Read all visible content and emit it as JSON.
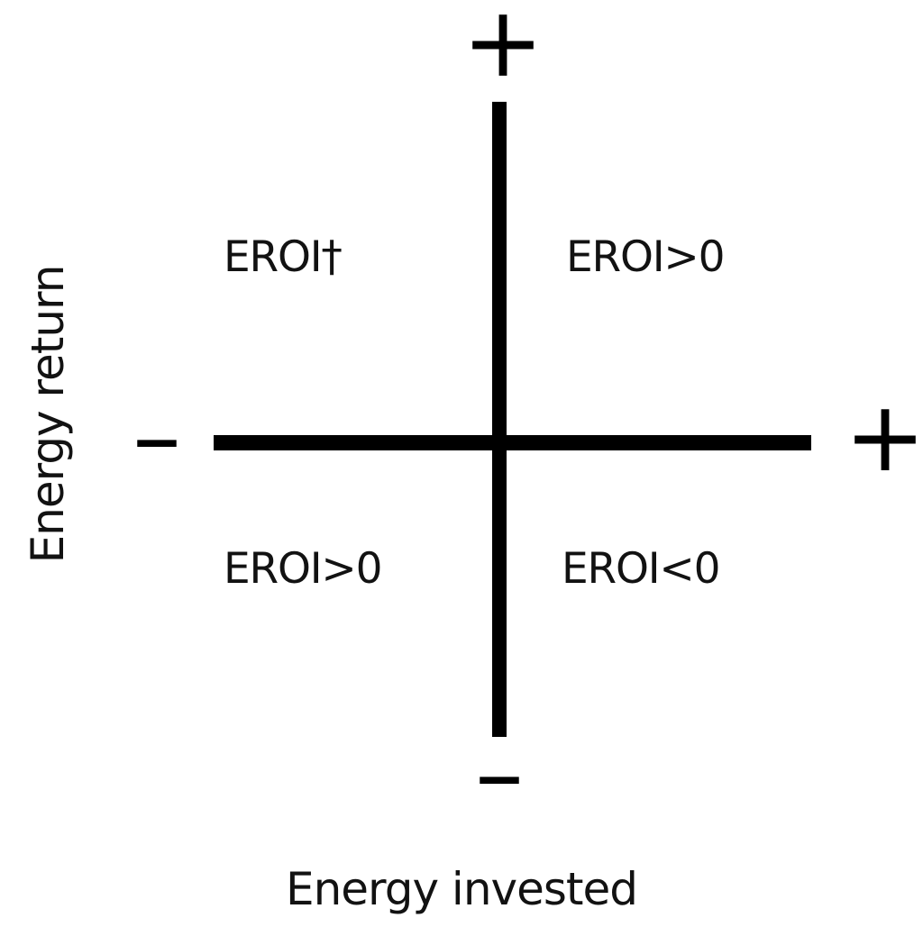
{
  "chart_data": {
    "type": "scatter",
    "title": "",
    "subtitle": "",
    "xlabel": "Energy invested",
    "ylabel": "Energy return",
    "grid": false,
    "legend_position": "none",
    "axis_style": "four-quadrant cartesian cross with thick black lines",
    "xlim": [
      "-",
      "+"
    ],
    "ylim": [
      "-",
      "+"
    ],
    "axis_markers": {
      "x_negative": "–",
      "x_positive": "+",
      "y_negative": "–",
      "y_positive": "+"
    },
    "quadrants": [
      {
        "position": "top-left",
        "x_sign": "negative",
        "y_sign": "positive",
        "annotation": "EROI†"
      },
      {
        "position": "top-right",
        "x_sign": "positive",
        "y_sign": "positive",
        "annotation": "EROI>0"
      },
      {
        "position": "bottom-left",
        "x_sign": "negative",
        "y_sign": "negative",
        "annotation": "EROI>0"
      },
      {
        "position": "bottom-right",
        "x_sign": "positive",
        "y_sign": "negative",
        "annotation": "EROI<0"
      }
    ],
    "annotations": [
      "EROI†",
      "EROI>0",
      "EROI>0",
      "EROI<0"
    ],
    "colors": {
      "axis": "#000000",
      "text": "#121212",
      "background": "#ffffff"
    }
  },
  "axes": {
    "y_title": "Energy return",
    "x_title": "Energy invested",
    "markers": {
      "top": "+",
      "right": "+",
      "left": "–",
      "bottom": "–"
    }
  },
  "quadrant_labels": {
    "top_left": "EROI†",
    "top_right": "EROI>0",
    "bottom_left": "EROI>0",
    "bottom_right": "EROI<0"
  }
}
